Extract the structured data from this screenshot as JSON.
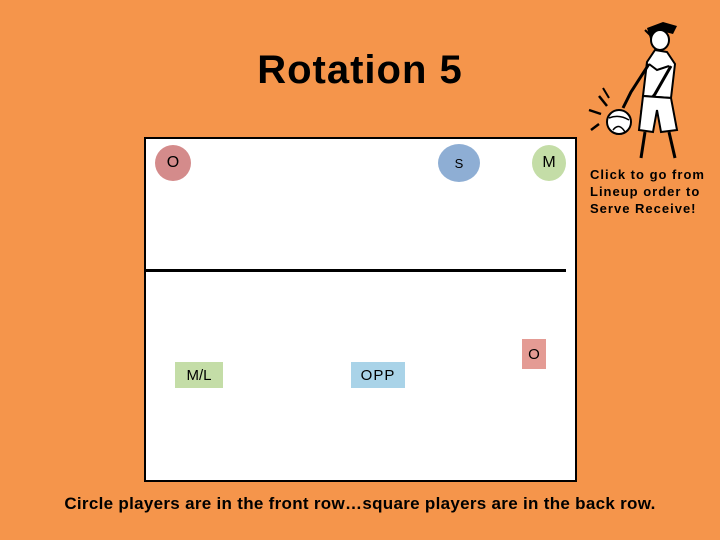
{
  "slide": {
    "title": "Rotation 5",
    "instruction": "Click to go from Lineup order to Serve Receive!",
    "footnote": "Circle players are in the front row…square players are in the back row."
  },
  "court": {
    "front_row": [
      {
        "label": "O",
        "shape": "circle",
        "color": "#D48B8B"
      },
      {
        "label": "S",
        "shape": "circle",
        "color": "#8EAED4"
      },
      {
        "label": "M",
        "shape": "circle",
        "color": "#C4DDA7"
      }
    ],
    "back_row": [
      {
        "label": "M/L",
        "shape": "square",
        "color": "#C4DDA7"
      },
      {
        "label": "OPP",
        "shape": "square",
        "color": "#A9D3E8"
      },
      {
        "label": "O",
        "shape": "square",
        "color": "#E49B94"
      }
    ]
  },
  "colors": {
    "background": "#F5954B",
    "court": "#FFFFFF",
    "net": "#000000"
  },
  "icons": {
    "clipart": "volleyball-player-icon"
  }
}
